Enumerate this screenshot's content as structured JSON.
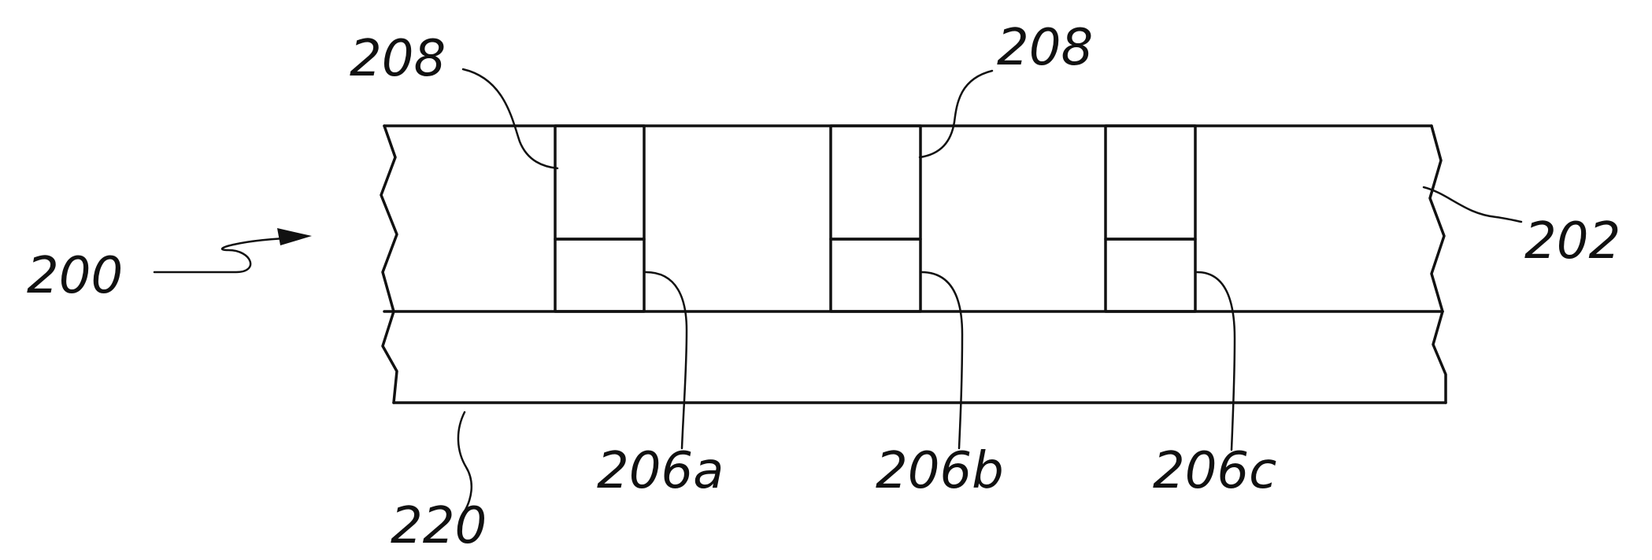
{
  "labels": {
    "assembly": "200",
    "top_layer": "202",
    "bottom_layer": "220",
    "cap_left": "208",
    "cap_middle": "208",
    "pad_a": "206a",
    "pad_b": "206b",
    "pad_c": "206c"
  },
  "colors": {
    "ink": "#111111",
    "background": "#ffffff"
  }
}
